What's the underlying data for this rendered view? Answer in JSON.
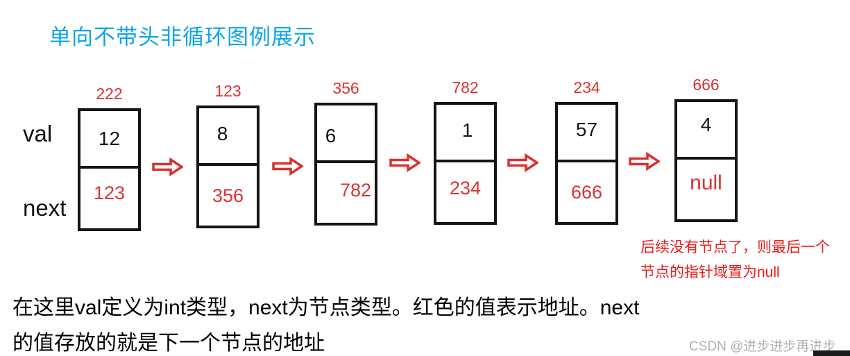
{
  "title": "单向不带头非循环图例展示",
  "row_labels": {
    "val": "val",
    "next": "next"
  },
  "nodes": [
    {
      "address": "222",
      "val": "12",
      "next": "123"
    },
    {
      "address": "123",
      "val": "8",
      "next": "356"
    },
    {
      "address": "356",
      "val": "6",
      "next": "782"
    },
    {
      "address": "782",
      "val": "1",
      "next": "234"
    },
    {
      "address": "234",
      "val": "57",
      "next": "666"
    },
    {
      "address": "666",
      "val": "4",
      "next": "null"
    }
  ],
  "annotation": {
    "line1": "后续没有节点了，则最后一个",
    "line2": "节点的指针域置为null"
  },
  "description": {
    "line1": "在这里val定义为int类型，next为节点类型。红色的值表示地址。next",
    "line2": "的值存放的就是下一个节点的地址"
  },
  "watermark": "CSDN @进步进步再进步",
  "colors": {
    "title_blue": "#0da5ea",
    "diagram_red": "#dc3232",
    "annotation_red": "#ee1b1b",
    "ink_black": "#141414",
    "watermark_gray": "#b0b0b0"
  }
}
